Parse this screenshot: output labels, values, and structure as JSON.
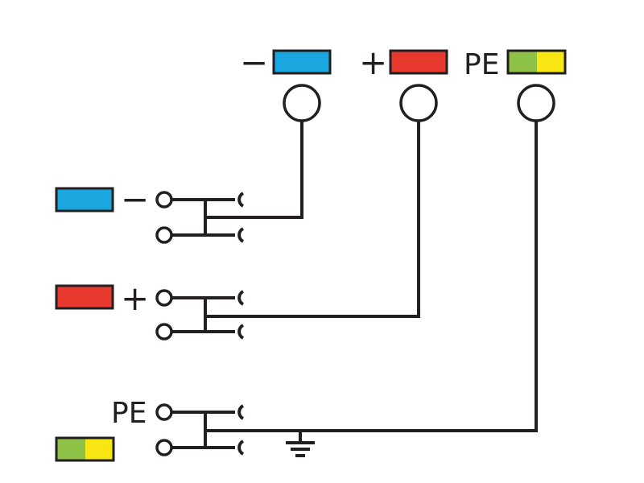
{
  "colors": {
    "line": "#231f20",
    "negative": "#1aa7e0",
    "positive": "#e8392e",
    "pe_green": "#8dc246",
    "pe_yellow": "#f7e611"
  },
  "top_terminals": [
    {
      "symbol": "−",
      "conductor": "negative"
    },
    {
      "symbol": "+",
      "conductor": "positive"
    },
    {
      "symbol": "PE",
      "conductor": "protective-earth"
    }
  ],
  "left_rows": [
    {
      "symbol": "−",
      "conductor": "negative"
    },
    {
      "symbol": "+",
      "conductor": "positive"
    },
    {
      "symbol": "PE",
      "conductor": "protective-earth"
    }
  ],
  "icons": {
    "ground": "ground-symbol-icon"
  }
}
